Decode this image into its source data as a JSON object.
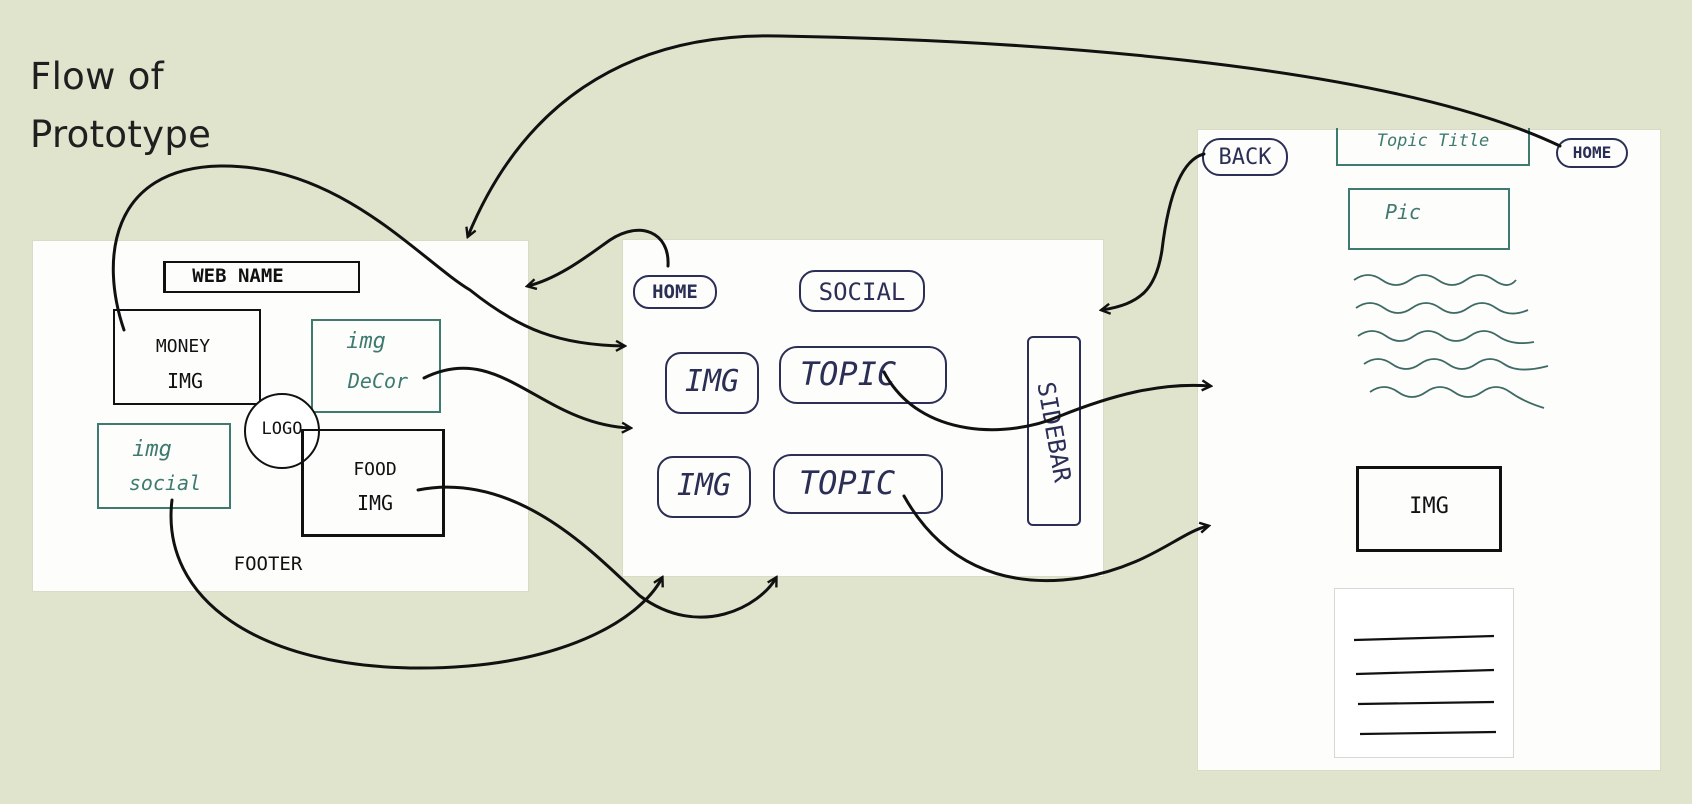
{
  "title": {
    "line1": "Flow of",
    "line2": "Prototype"
  },
  "home_page": {
    "web_name": "WEB   NAME",
    "money_img_1": "MONEY",
    "money_img_2": "IMG",
    "img_decor_1": "img",
    "img_decor_2": "DeCor",
    "logo": "LOGO",
    "img_social_1": "img",
    "img_social_2": "social",
    "food_img_1": "FOOD",
    "food_img_2": "IMG",
    "footer": "FOOTER"
  },
  "topics_page": {
    "home": "HOME",
    "social": "SOCIAL",
    "img_1": "IMG",
    "topic_1": "TOPIC",
    "img_2": "IMG",
    "topic_2": "TOPIC",
    "sidebar": "SIDEBAR"
  },
  "detail_page": {
    "back": "BACK",
    "topic_title": "Topic Title",
    "home": "HOME",
    "pic": "Pic",
    "img": "IMG"
  },
  "colors": {
    "background": "#e1e4cc",
    "ink": "#111111",
    "teal": "#3e7a70",
    "navy": "#2b2f55"
  }
}
